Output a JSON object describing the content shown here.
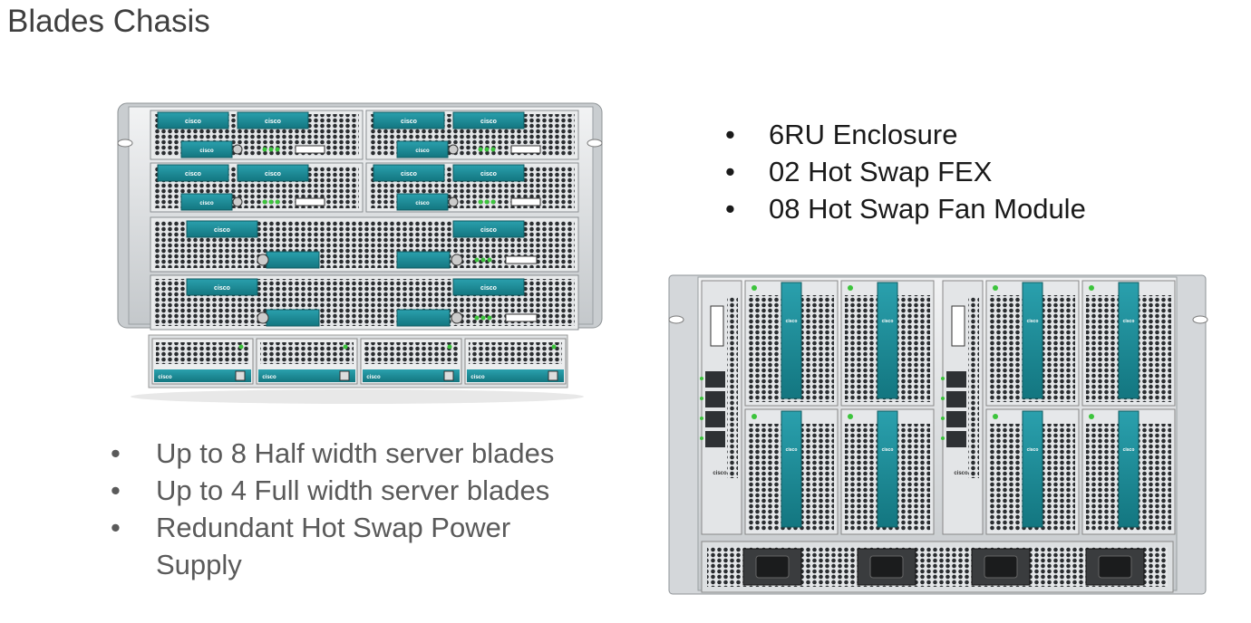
{
  "page": {
    "title": "Blades Chasis"
  },
  "front_view": {
    "logo_text": "cisco",
    "features": [
      "Up to 8 Half width server blades",
      "Up to 4 Full width server blades",
      "Redundant Hot Swap Power Supply"
    ]
  },
  "rear_view": {
    "logo_text": "cisco",
    "features": [
      "6RU Enclosure",
      "02 Hot Swap FEX",
      "08 Hot Swap Fan Module"
    ]
  },
  "colors": {
    "teal": "#1f8a96",
    "teal_dark": "#0f5a60",
    "chassis": "#cfd3d6",
    "text_dark": "#1a1a1a",
    "text_gray": "#5a5a5a",
    "led": "#3cc43c"
  },
  "bullet_glyph": "•"
}
